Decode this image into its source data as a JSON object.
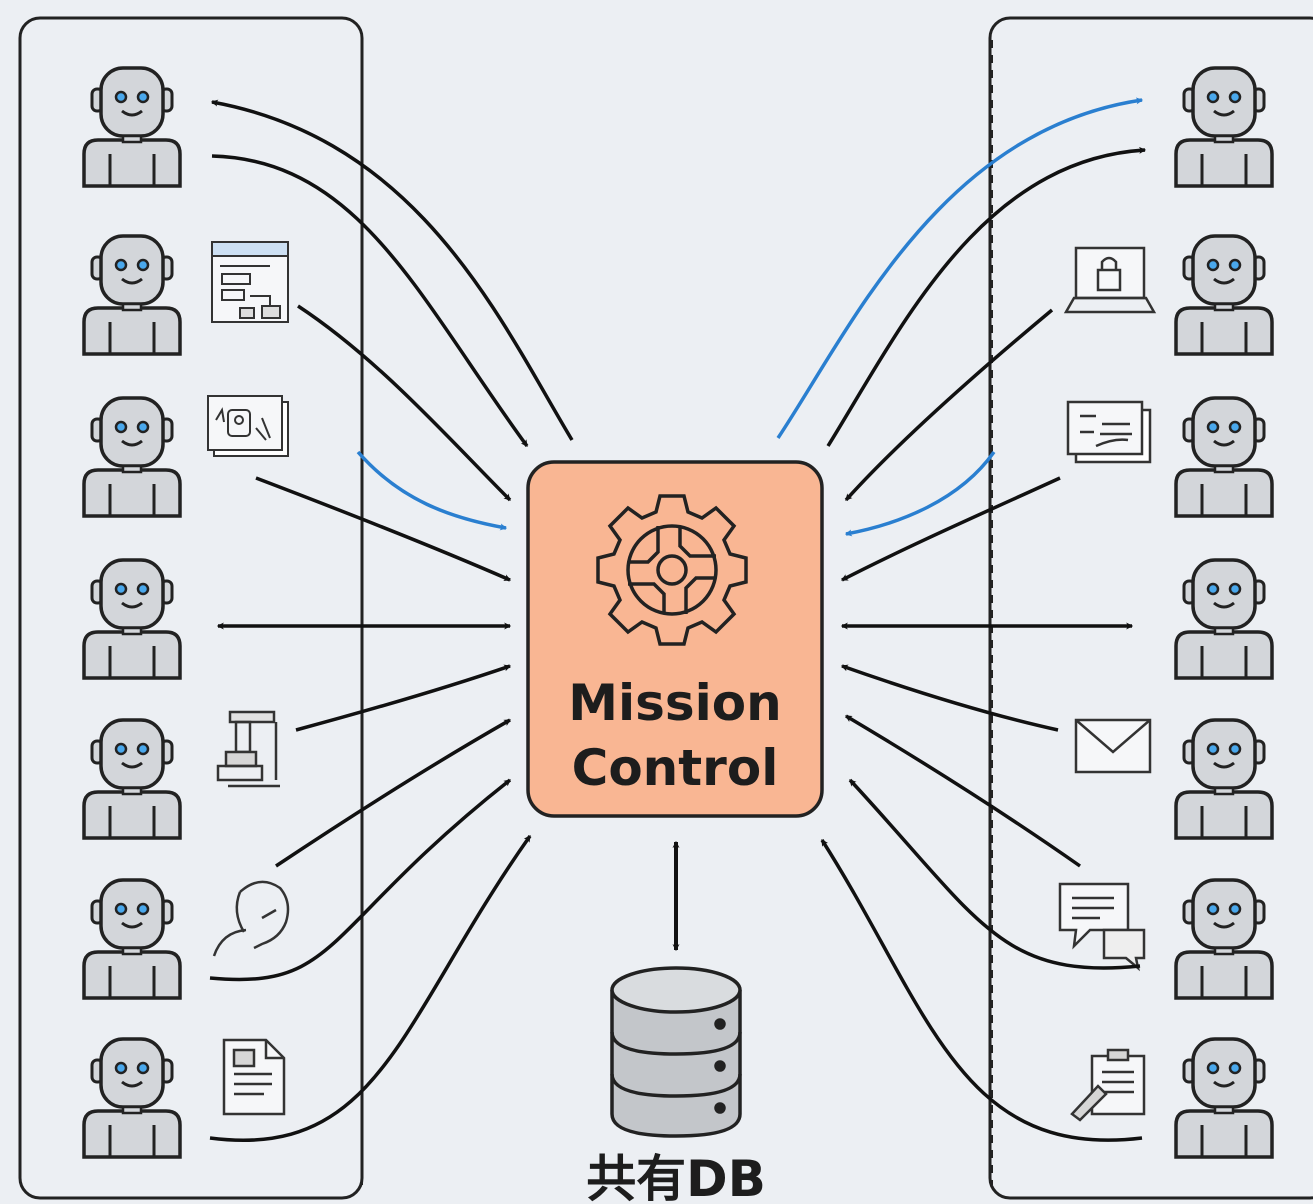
{
  "center": {
    "label_line1": "Mission",
    "label_line2": "Control",
    "icon": "gear-icon",
    "fill": "#f9b693",
    "stroke": "#222222"
  },
  "database": {
    "label": "共有DB",
    "icon": "database-icon"
  },
  "left_agents": [
    {
      "icon": "robot-icon",
      "tool_icon": "",
      "link": "bidirectional-split"
    },
    {
      "icon": "robot-icon",
      "tool_icon": "web-browser-icon",
      "link": "to-center"
    },
    {
      "icon": "robot-icon",
      "tool_icon": "photo-document-icon",
      "link": "to-center"
    },
    {
      "icon": "robot-icon",
      "tool_icon": "",
      "link": "bidirectional"
    },
    {
      "icon": "robot-icon",
      "tool_icon": "robotic-arm-icon",
      "link": "to-center"
    },
    {
      "icon": "robot-icon",
      "tool_icon": "human-profile-icon",
      "link": "to-center"
    },
    {
      "icon": "robot-icon",
      "tool_icon": "report-document-icon",
      "link": "to-center"
    }
  ],
  "right_agents": [
    {
      "icon": "robot-icon",
      "tool_icon": "",
      "link": "from-center"
    },
    {
      "icon": "robot-icon",
      "tool_icon": "laptop-lock-icon",
      "link": "to-center"
    },
    {
      "icon": "robot-icon",
      "tool_icon": "code-window-icon",
      "link": "to-center"
    },
    {
      "icon": "robot-icon",
      "tool_icon": "",
      "link": "bidirectional"
    },
    {
      "icon": "robot-icon",
      "tool_icon": "mail-envelope-icon",
      "link": "to-center"
    },
    {
      "icon": "robot-icon",
      "tool_icon": "chat-bubbles-icon",
      "link": "to-center"
    },
    {
      "icon": "robot-icon",
      "tool_icon": "clipboard-pen-icon",
      "link": "to-center"
    }
  ],
  "colors": {
    "arrow": "#111111",
    "highlight_arrow": "#2a7fd0",
    "robot_body": "#d3d6da",
    "robot_eye": "#4aa8ec",
    "panel_stroke": "#222222"
  }
}
